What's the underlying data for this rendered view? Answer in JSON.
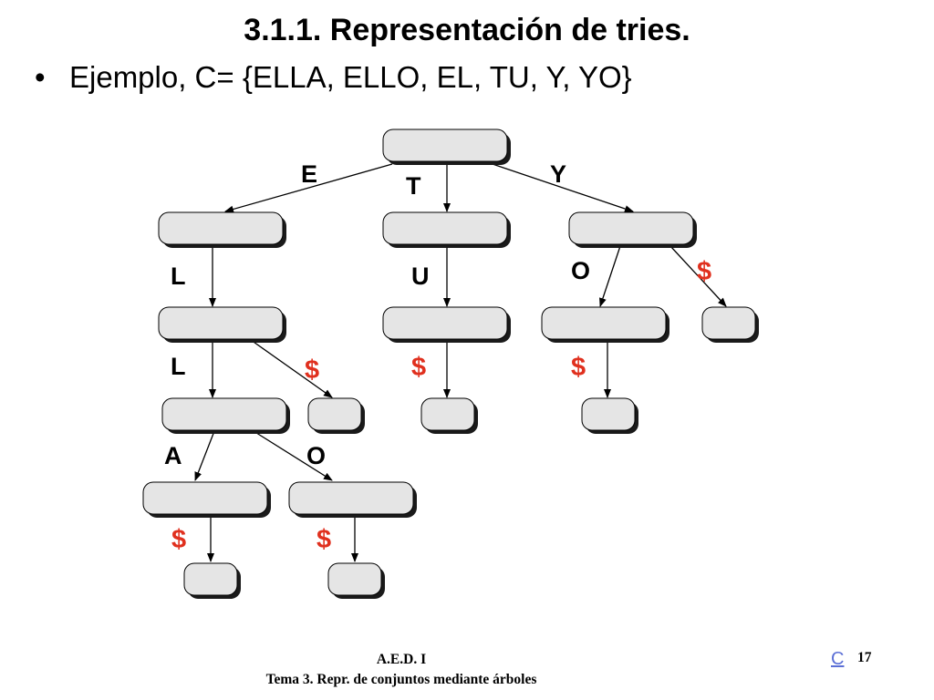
{
  "slide": {
    "title": "3.1.1. Representación de tries.",
    "bullet_symbol": "•",
    "bullet_text": "Ejemplo, C= {ELLA, ELLO, EL, TU, Y, YO}"
  },
  "trie": {
    "labels": {
      "edge_e": "E",
      "edge_t": "T",
      "edge_y": "Y",
      "edge_el": "L",
      "edge_tu": "U",
      "edge_yo": "O",
      "edge_y_end": "$",
      "edge_ell": "L",
      "edge_el_end": "$",
      "edge_tu_end": "$",
      "edge_yo_end": "$",
      "edge_ella": "A",
      "edge_ello": "O",
      "edge_ella_end": "$",
      "edge_ello_end": "$"
    },
    "colors": {
      "node_fill": "#e5e5e5",
      "node_shadow": "#1a1a1a",
      "edge": "#000000",
      "letter": "#000000",
      "end_marker": "#e0301e"
    }
  },
  "footer": {
    "course": "A.E.D. I",
    "subtitle": "Tema 3. Repr. de conjuntos mediante árboles",
    "copyright_symbol": "C",
    "page_number": "17"
  }
}
